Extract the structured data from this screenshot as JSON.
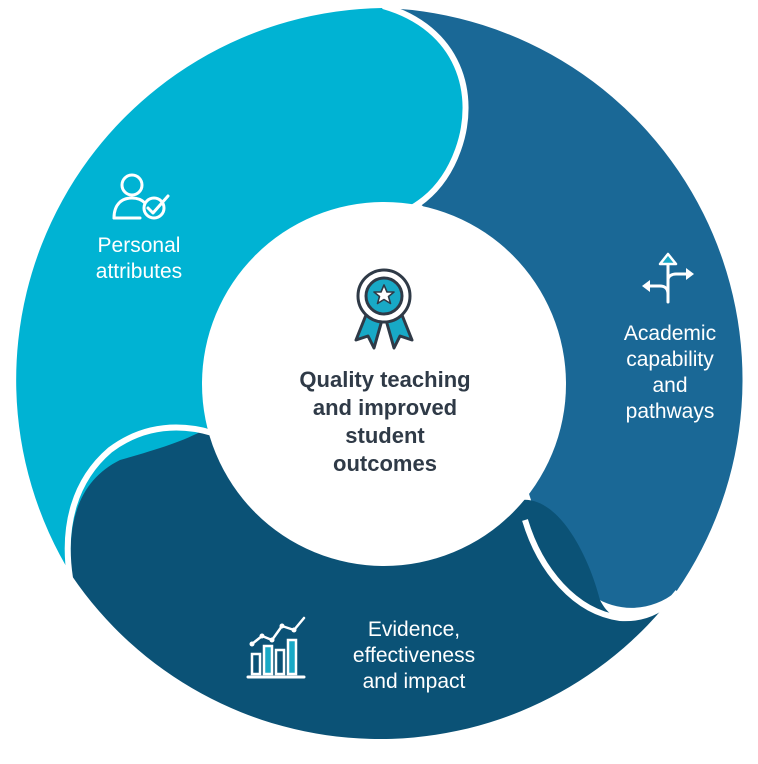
{
  "colors": {
    "segment_top_left": "#00b3d3",
    "segment_right": "#1a6896",
    "segment_bottom": "#0b5276",
    "center_fill": "#ffffff",
    "center_text": "#2f3a47",
    "icon_accent": "#18a9c6",
    "icon_dark": "#2f3a47"
  },
  "center": {
    "icon": "award-ribbon-icon",
    "title_lines": [
      "Quality teaching",
      "and improved",
      "student",
      "outcomes"
    ]
  },
  "segments": {
    "personal": {
      "icon": "person-check-icon",
      "lines": [
        "Personal",
        "attributes"
      ]
    },
    "academic": {
      "icon": "direction-arrows-icon",
      "lines": [
        "Academic",
        "capability",
        "and",
        "pathways"
      ]
    },
    "evidence": {
      "icon": "growth-chart-icon",
      "lines": [
        "Evidence,",
        "effectiveness",
        "and impact"
      ]
    }
  }
}
